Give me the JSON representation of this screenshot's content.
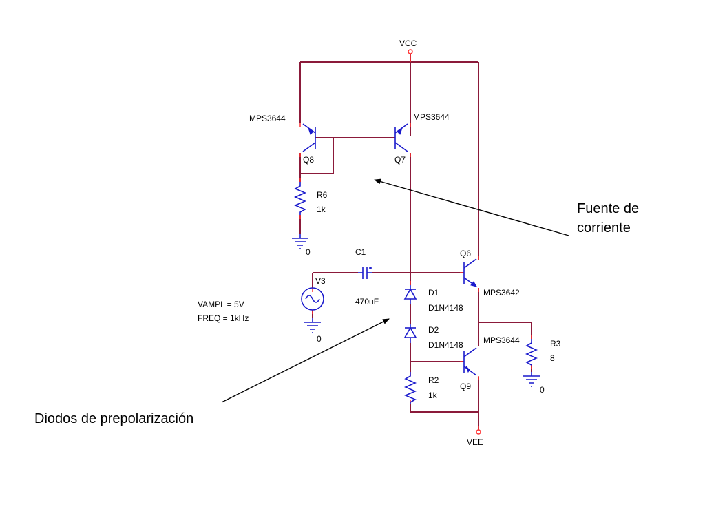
{
  "nets": {
    "vcc": "VCC",
    "vee": "VEE",
    "ground": "0"
  },
  "transistors": {
    "q8": {
      "ref": "Q8",
      "model": "MPS3644"
    },
    "q7": {
      "ref": "Q7",
      "model": "MPS3644"
    },
    "q6": {
      "ref": "Q6",
      "model": "MPS3642"
    },
    "q9": {
      "ref": "Q9",
      "model": "MPS3644"
    }
  },
  "resistors": {
    "r6": {
      "ref": "R6",
      "value": "1k"
    },
    "r2": {
      "ref": "R2",
      "value": "1k"
    },
    "r3": {
      "ref": "R3",
      "value": "8"
    }
  },
  "capacitor": {
    "ref": "C1",
    "value": "470uF"
  },
  "diodes": {
    "d1": {
      "ref": "D1",
      "model": "D1N4148"
    },
    "d2": {
      "ref": "D2",
      "model": "D1N4148"
    }
  },
  "source": {
    "ref": "V3",
    "vampl": "VAMPL = 5V",
    "freq": "FREQ = 1kHz"
  },
  "annotations": {
    "current_source": [
      "Fuente de",
      "corriente"
    ],
    "bias_diodes": "Diodos de prepolarización"
  },
  "colors": {
    "wire": "#8b1a3a",
    "component": "#1a1acc",
    "connection": "#ff3030",
    "annotation": "#000000"
  }
}
